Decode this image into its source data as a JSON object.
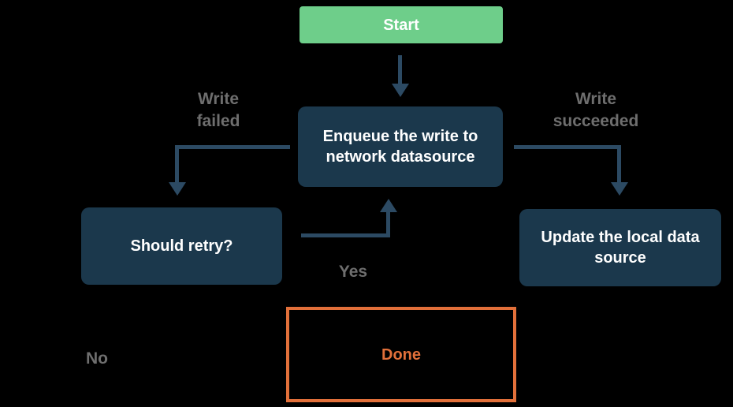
{
  "diagram": {
    "title": "offline-first write flowchart",
    "background_color": "#000000",
    "colors": {
      "start_fill": "#6ECE8A",
      "node_fill": "#1B384C",
      "node_text": "#FFFFFF",
      "arrow": "#2C4A63",
      "edge_label_gray": "#6E6E6E",
      "done_orange": "#E2703A"
    },
    "nodes": {
      "start": {
        "label": "Start"
      },
      "enqueue": {
        "label": "Enqueue the write to network datasource"
      },
      "should_retry": {
        "label": "Should retry?"
      },
      "update_local": {
        "label": "Update the local data source"
      },
      "done": {
        "label": "Done"
      }
    },
    "edge_labels": {
      "write_failed": "Write failed",
      "write_succeeded": "Write succeeded",
      "yes": "Yes",
      "no": "No"
    }
  }
}
